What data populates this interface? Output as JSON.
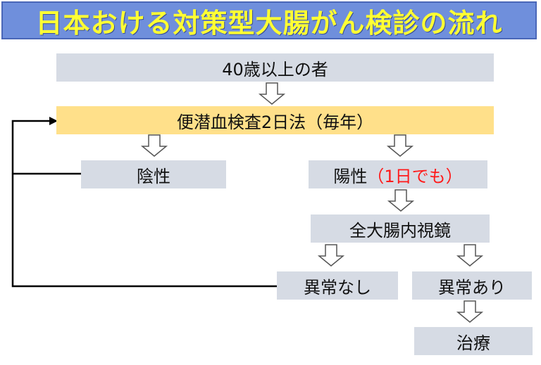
{
  "title": "日本おける対策型大腸がん検診の流れ",
  "nodes": {
    "target": "40歳以上の者",
    "fobt": "便潜血検査2日法（毎年）",
    "negative": "陰性",
    "positive": "陽性",
    "positive_note": "（1日でも）",
    "colonoscopy": "全大腸内視鏡",
    "no_abnormality": "異常なし",
    "abnormality": "異常あり",
    "treatment": "治療"
  },
  "colors": {
    "title_bg": "#6f8fdc",
    "title_text": "#ffff33",
    "box_gray": "#d6dbe4",
    "box_yellow": "#ffe08a",
    "highlight_red": "#ff1a1a"
  }
}
